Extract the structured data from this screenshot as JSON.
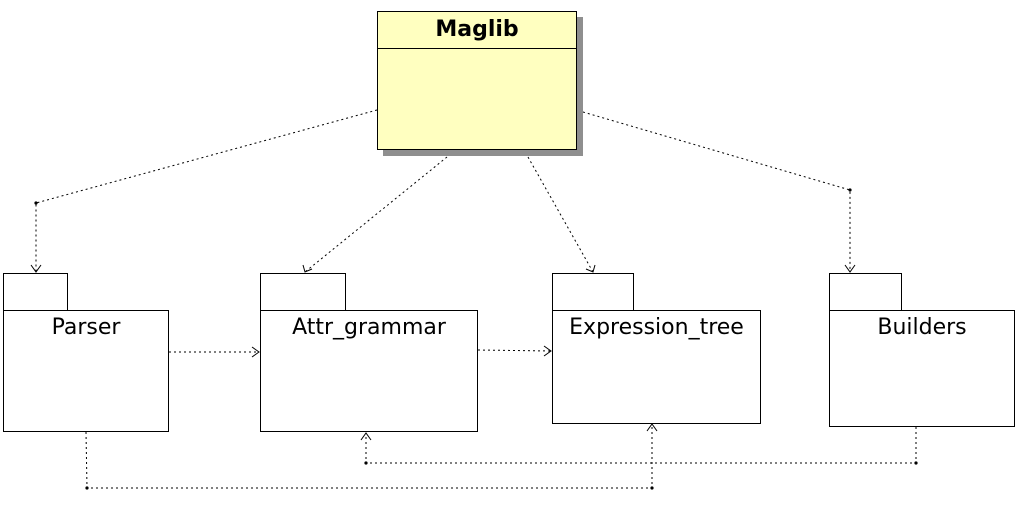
{
  "diagram": {
    "main_class": {
      "name": "Maglib",
      "fill_color": "#ffffc0",
      "shadow_color": "#8f8f8f"
    },
    "packages": [
      {
        "id": "parser",
        "name": "Parser"
      },
      {
        "id": "attr",
        "name": "Attr_grammar"
      },
      {
        "id": "expr",
        "name": "Expression_tree"
      },
      {
        "id": "builders",
        "name": "Builders"
      }
    ],
    "dependencies": [
      {
        "from": "Maglib",
        "to": "Parser",
        "style": "dotted-arrow"
      },
      {
        "from": "Maglib",
        "to": "Attr_grammar",
        "style": "dotted-arrow"
      },
      {
        "from": "Maglib",
        "to": "Expression_tree",
        "style": "dotted-arrow"
      },
      {
        "from": "Maglib",
        "to": "Builders",
        "style": "dotted-arrow"
      },
      {
        "from": "Parser",
        "to": "Attr_grammar",
        "style": "dotted-arrow"
      },
      {
        "from": "Attr_grammar",
        "to": "Expression_tree",
        "style": "dotted-arrow"
      },
      {
        "from": "Builders",
        "to": "Attr_grammar",
        "style": "dotted-arrow"
      },
      {
        "from": "Parser",
        "to": "Expression_tree",
        "style": "dotted-arrow"
      }
    ]
  }
}
